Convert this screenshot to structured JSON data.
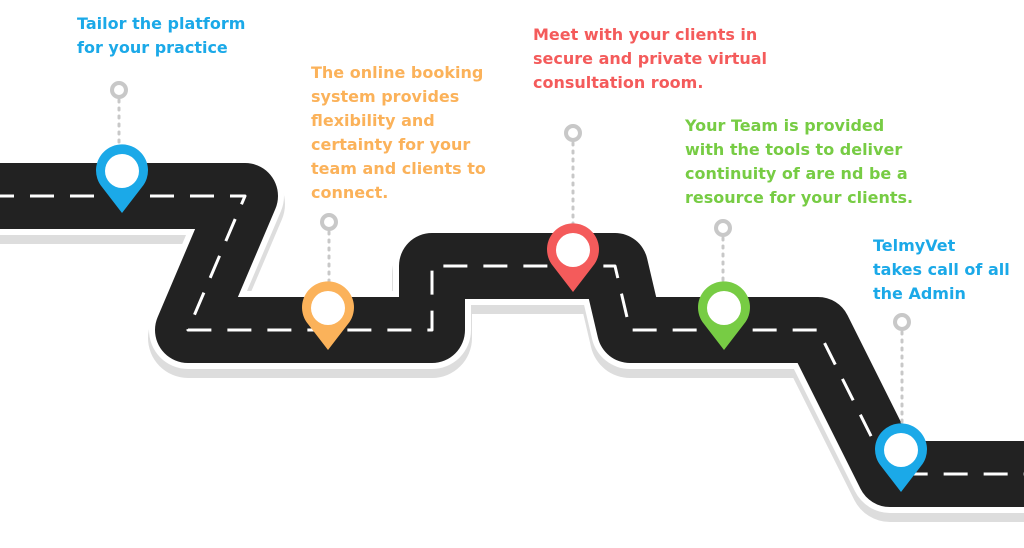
{
  "milestones": [
    {
      "id": 1,
      "color": "#1ba9e8",
      "caption": "Tailor the platform\nfor your practice"
    },
    {
      "id": 2,
      "color": "#fbb25a",
      "caption": "The online booking\nsystem provides\nflexibility and\ncertainty for your\nteam and clients to\nconnect."
    },
    {
      "id": 3,
      "color": "#f45b5b",
      "caption": "Meet with your clients in\nsecure and private virtual\nconsultation room."
    },
    {
      "id": 4,
      "color": "#77cc44",
      "caption": "Your Team is provided\nwith the tools to deliver\ncontinuity of are nd be a\nresource for your clients."
    },
    {
      "id": 5,
      "color": "#1ba9e8",
      "caption": "TelmyVet\ntakes call of all\nthe Admin"
    }
  ],
  "colors": {
    "road": "#222222",
    "road_edge": "#ffffff",
    "road_shadow": "#dddddd",
    "lane_dash": "#ffffff",
    "connector": "#c8c8c8"
  },
  "icons": {
    "milestone_marker": "map-pin-icon",
    "connector_anchor": "ring-icon"
  }
}
